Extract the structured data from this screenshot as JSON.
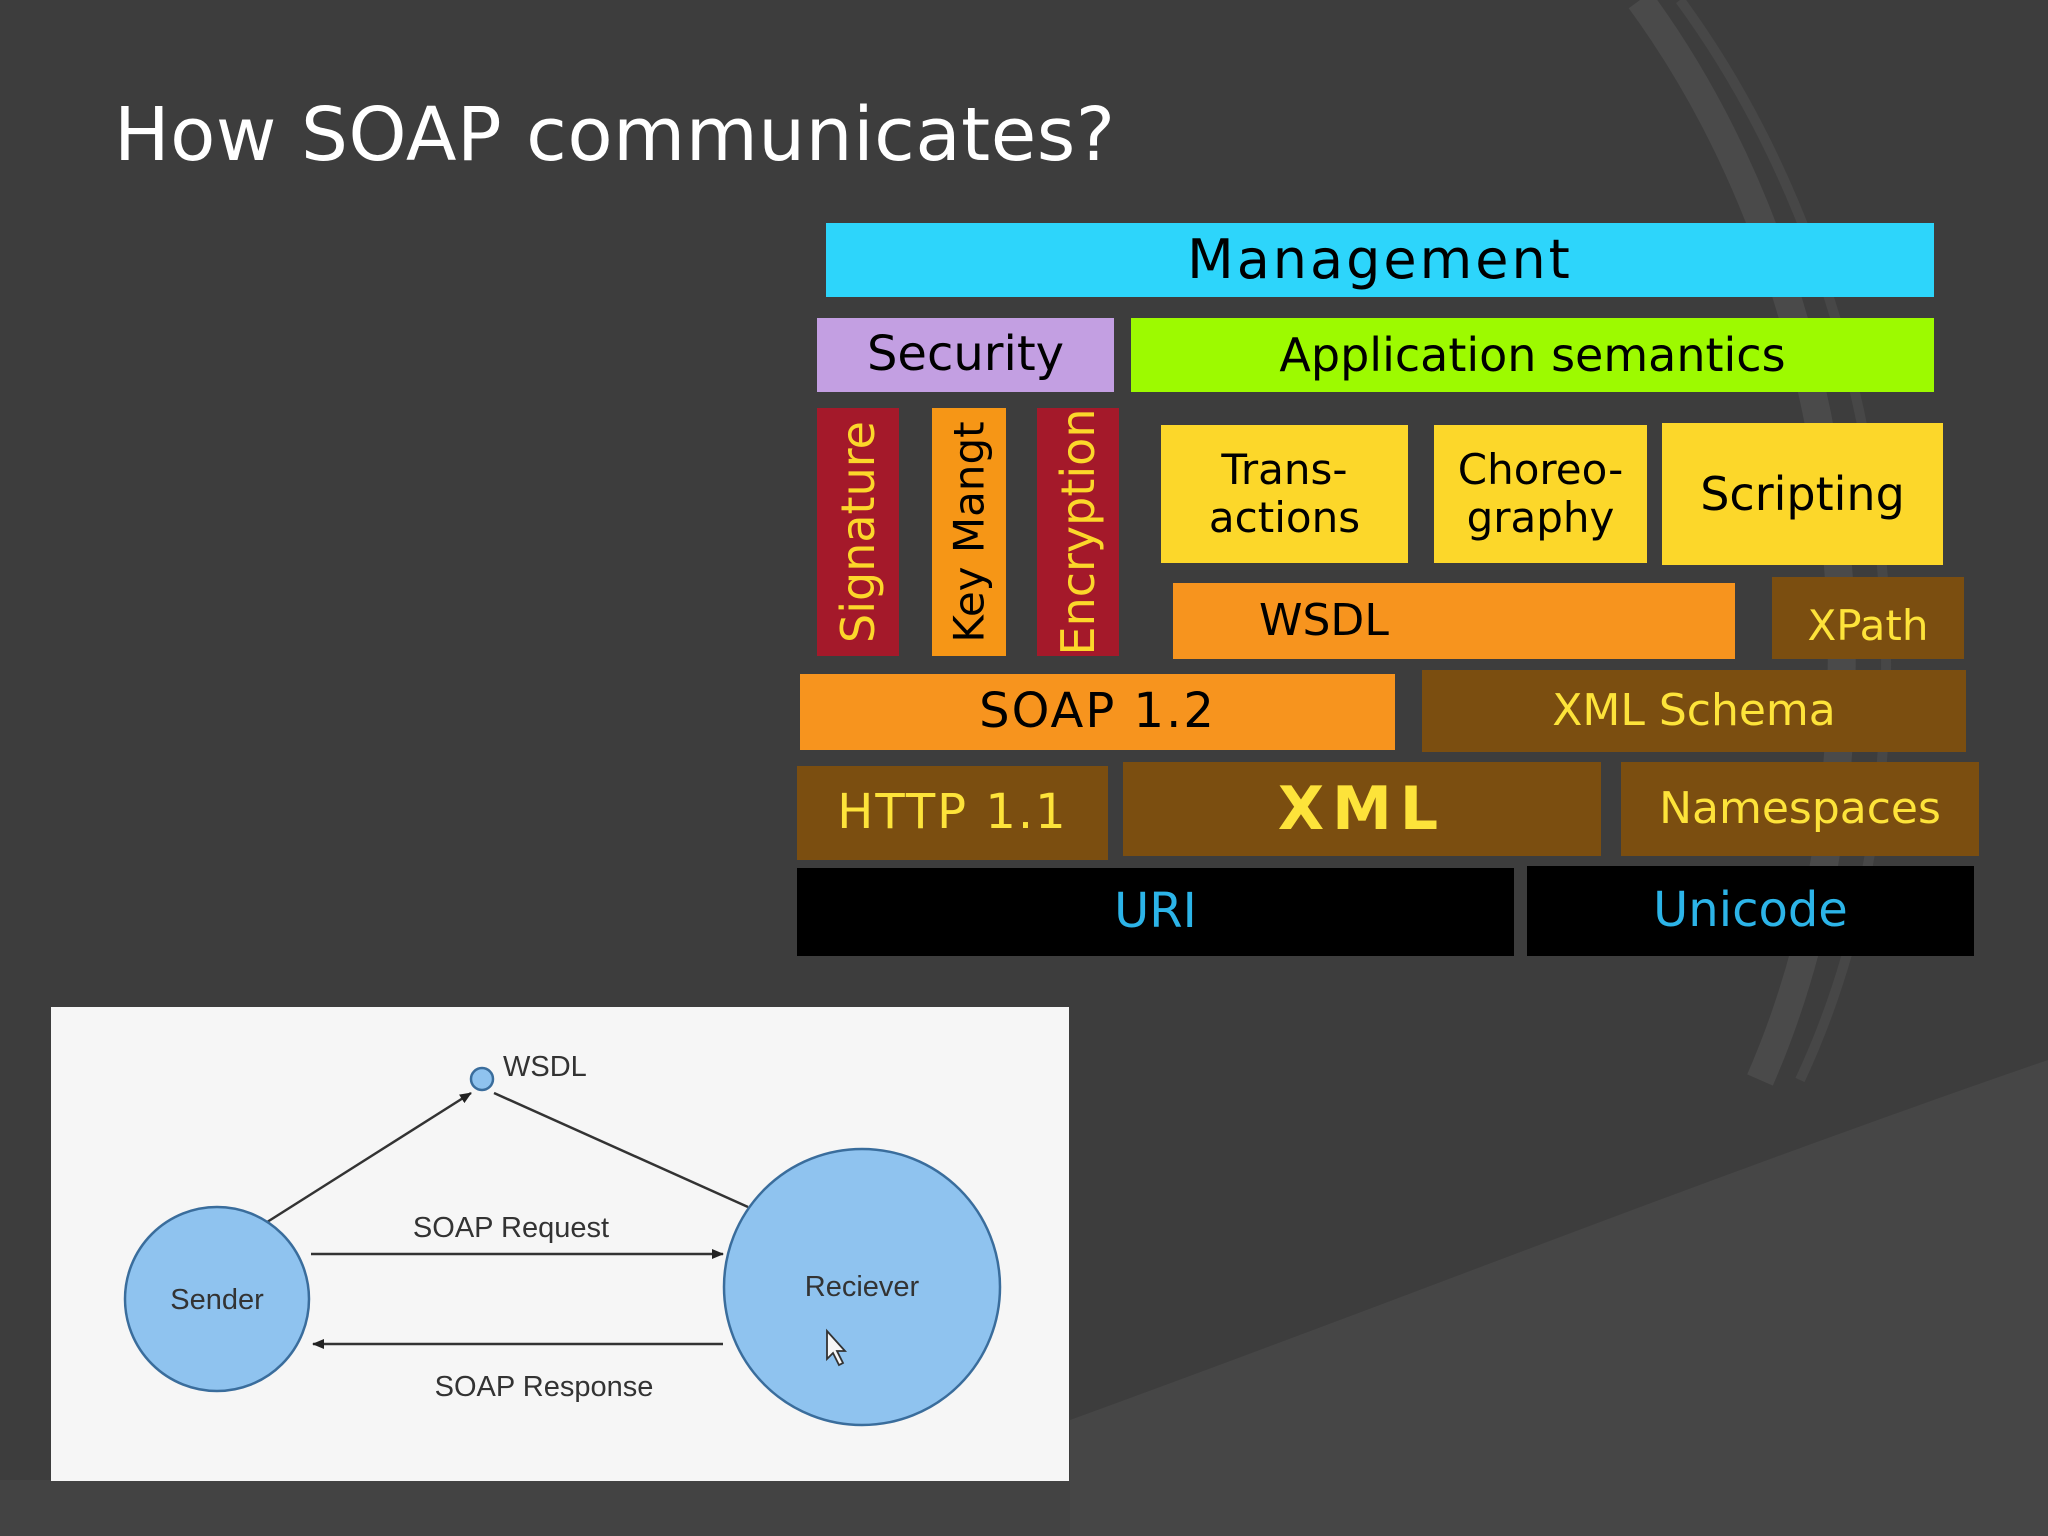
{
  "slide": {
    "title": "How SOAP communicates?"
  },
  "stack": {
    "management": "Management",
    "security": "Security",
    "application_semantics": "Application semantics",
    "signature": "Signature",
    "key_mangt": "Key Mangt",
    "encryption": "Encryption",
    "transactions": "Trans-\nactions",
    "choreography": "Choreo-\ngraphy",
    "scripting": "Scripting",
    "wsdl": "WSDL",
    "xpath": "XPath",
    "soap": "SOAP 1.2",
    "xml_schema": "XML Schema",
    "http": "HTTP 1.1",
    "xml": "XML",
    "namespaces": "Namespaces",
    "uri": "URI",
    "unicode": "Unicode"
  },
  "flow": {
    "wsdl_label": "WSDL",
    "sender_label": "Sender",
    "receiver_label": "Reciever",
    "request_label": "SOAP Request",
    "response_label": "SOAP Response"
  },
  "colors": {
    "management": "#2dd5fb",
    "security": "#c39fe2",
    "application_semantics": "#9dfa00",
    "signature": "#a4192a",
    "key_mangt": "#f69616",
    "encryption": "#a4192a",
    "yellow": "#fcd72a",
    "orange": "#f7941e",
    "brown": "#7b4e10",
    "black": "#000000",
    "brown_text": "#fde33a",
    "uri_text": "#2cb4e8",
    "node_fill": "#8fc3ef",
    "node_stroke": "#3a6d9c"
  }
}
